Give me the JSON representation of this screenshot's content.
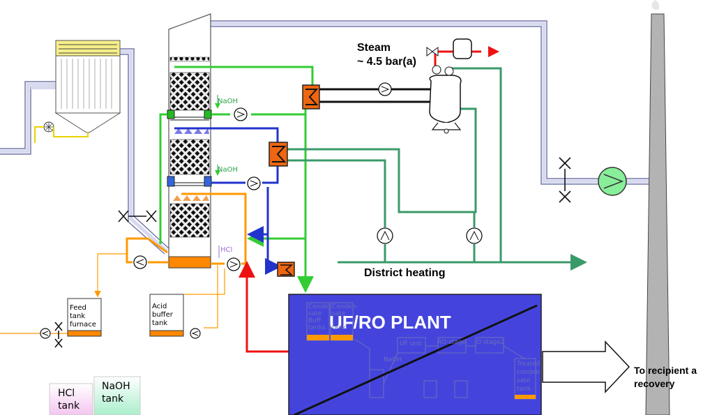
{
  "labels": {
    "steam": "Steam",
    "steam_pressure": "~ 4.5 bar(a)",
    "district_heating": "District heating",
    "to_recipient_line1": "To recipient a",
    "to_recipient_line2": "recovery",
    "naoh_upper": "NaOH",
    "naoh_lower": "NaOH",
    "hcl_dosing": "HCl",
    "feed_tank": [
      "Feed",
      "tank",
      "furnace"
    ],
    "acid_buffer_tank": [
      "Acid",
      "buffer",
      "tank"
    ],
    "hcl_tank": [
      "HCl",
      "tank"
    ],
    "naoh_tank": [
      "NaOH",
      "tank"
    ],
    "plant_title": "UF/RO PLANT",
    "plant_inner": {
      "condensate_buffer_1": [
        "Conde",
        "sate",
        "Buff",
        "tanks"
      ],
      "condensate_buffer_2": [
        "Conden-",
        "sate",
        "tank"
      ],
      "uf_unit": "UF unit",
      "ro_stage_1": "RO stage",
      "ro_stage_2": "O stage2",
      "treated_tank": [
        "Treated",
        "conden",
        "sate",
        "tank"
      ],
      "naoh": "NaOH"
    }
  },
  "colors": {
    "flue_duct": "#d7d9ef",
    "flue_outline": "#7478a8",
    "green_loop": "#33cc33",
    "blue_loop": "#2233cc",
    "orange_loop": "#ff9900",
    "district_green": "#3a9a6a",
    "red_line": "#ee1111",
    "heat_exchanger": "#ee6611",
    "plant_fill": "#4444dd",
    "naoh_tank_fill": "#aaeecc",
    "hcl_tank_fill": "#f3c6f0",
    "orange_bar": "#ff8800"
  }
}
